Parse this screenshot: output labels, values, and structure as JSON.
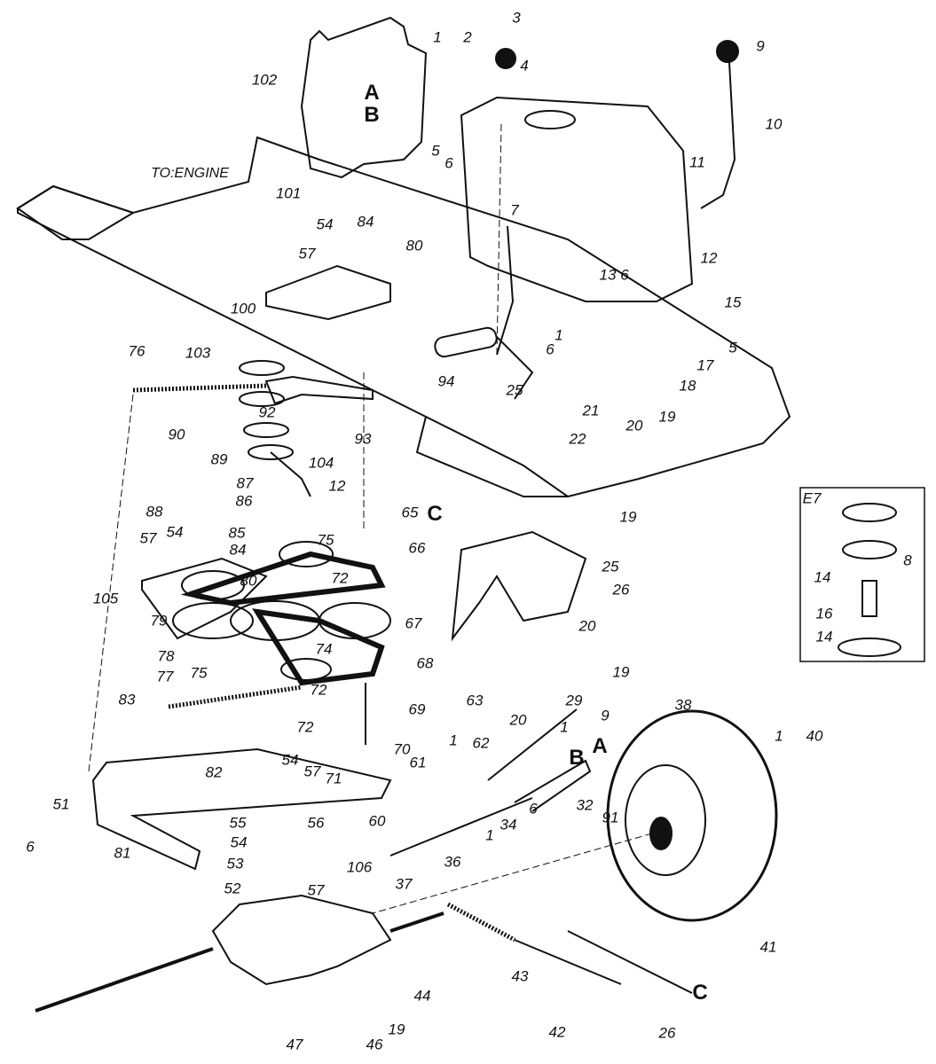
{
  "labels": [
    "1",
    "2",
    "3",
    "4",
    "5",
    "6",
    "9",
    "10",
    "102",
    "A",
    "B",
    "TO:ENGINE",
    "101",
    "54",
    "84",
    "80",
    "57",
    "7",
    "11",
    "12",
    "13",
    "6",
    "15",
    "100",
    "5",
    "17",
    "6",
    "1",
    "18",
    "94",
    "25",
    "19",
    "20",
    "21",
    "22",
    "76",
    "103",
    "92",
    "93",
    "90",
    "89",
    "104",
    "87",
    "86",
    "12",
    "65",
    "C",
    "88",
    "57",
    "54",
    "85",
    "84",
    "75",
    "66",
    "80",
    "72",
    "105",
    "67",
    "79",
    "74",
    "78",
    "68",
    "77",
    "75",
    "72",
    "83",
    "72",
    "69",
    "19",
    "25",
    "26",
    "E7",
    "8",
    "14",
    "16",
    "14",
    "20",
    "19",
    "63",
    "20",
    "29",
    "9",
    "1",
    "A",
    "B",
    "62",
    "1",
    "61",
    "6",
    "34",
    "1",
    "32",
    "38",
    "1",
    "40",
    "91",
    "41",
    "70",
    "71",
    "54",
    "57",
    "82",
    "56",
    "60",
    "55",
    "54",
    "53",
    "57",
    "106",
    "52",
    "51",
    "6",
    "81",
    "36",
    "37",
    "43",
    "42",
    "26",
    "C",
    "44",
    "19",
    "46",
    "47"
  ]
}
